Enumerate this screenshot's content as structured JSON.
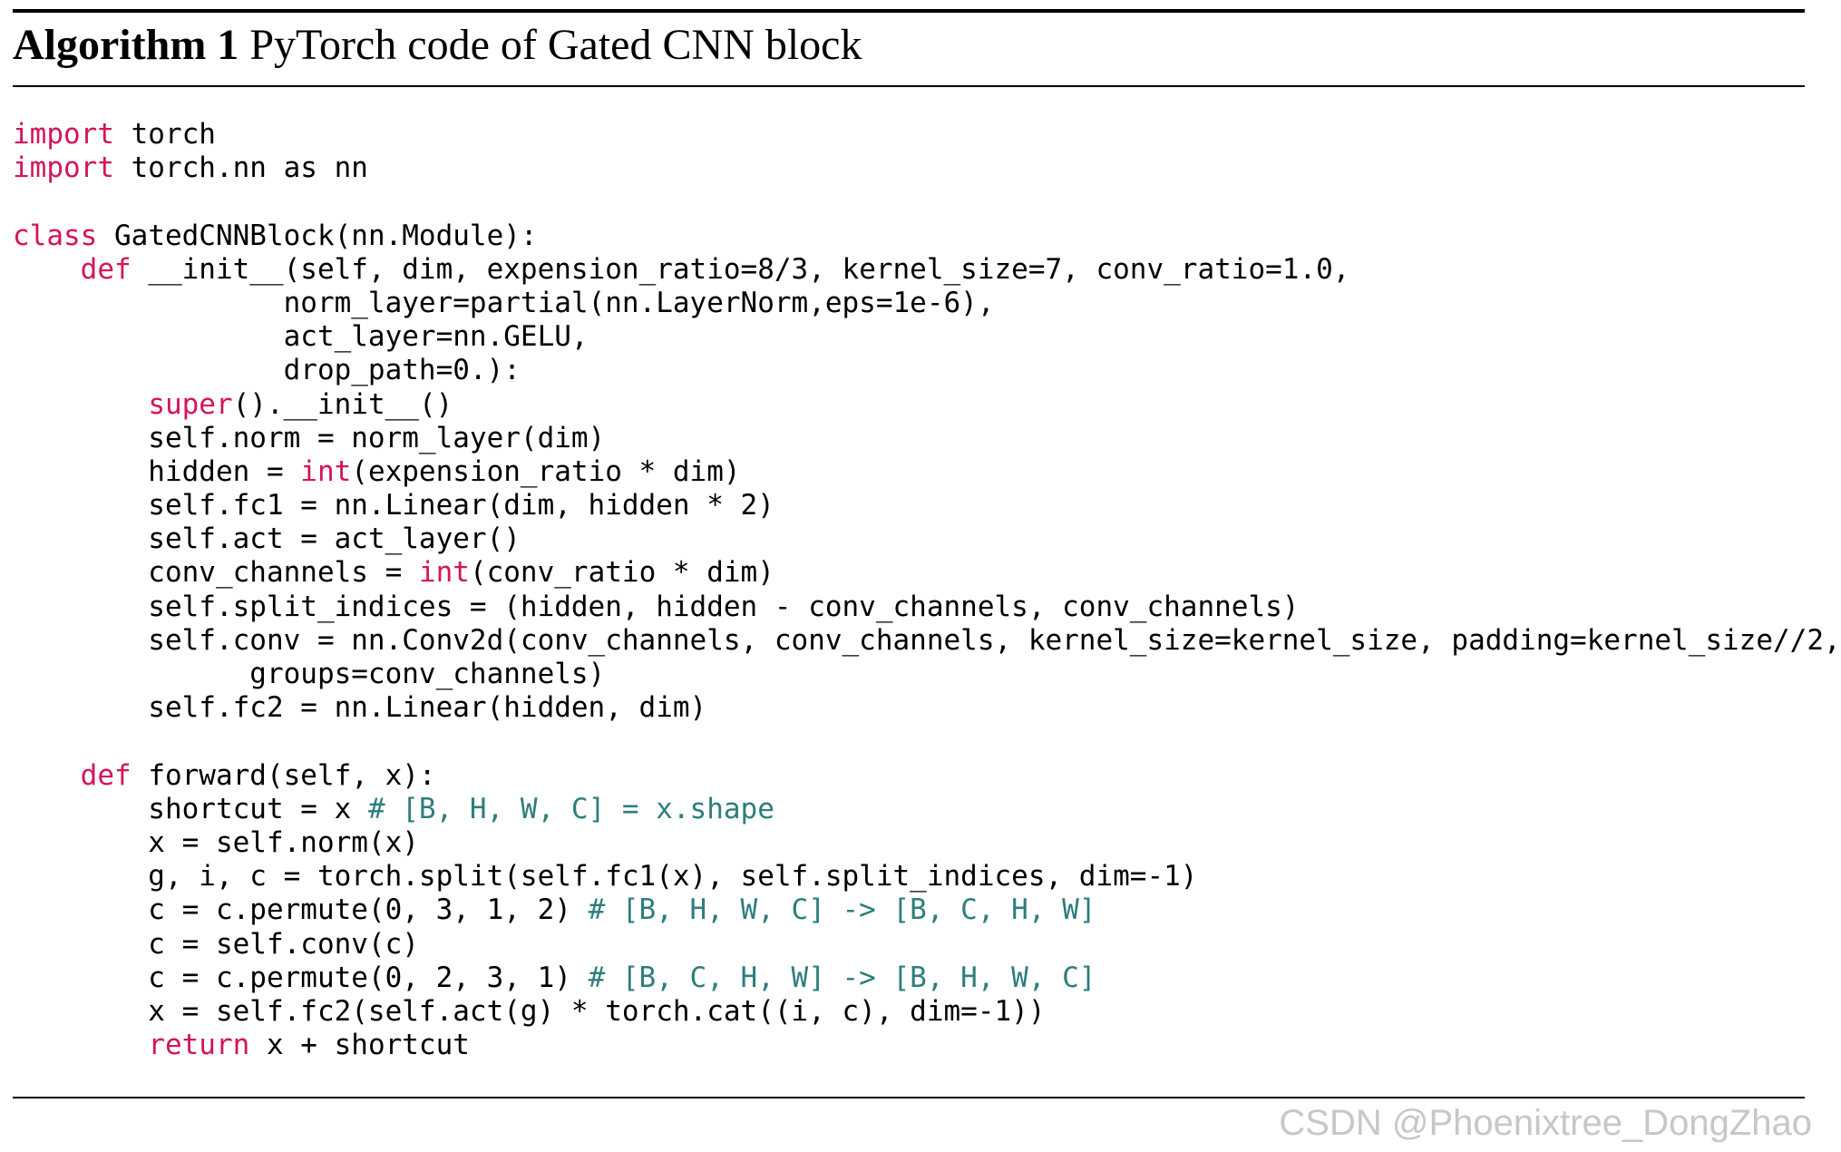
{
  "caption": {
    "label": "Algorithm 1",
    "title": "PyTorch code of Gated CNN block"
  },
  "code_lines": [
    [
      {
        "t": "import",
        "c": "kw"
      },
      {
        "t": " torch"
      }
    ],
    [
      {
        "t": "import",
        "c": "kw"
      },
      {
        "t": " torch.nn as nn"
      }
    ],
    [],
    [
      {
        "t": "class",
        "c": "kw"
      },
      {
        "t": " GatedCNNBlock(nn.Module):"
      }
    ],
    [
      {
        "t": "    "
      },
      {
        "t": "def",
        "c": "kw"
      },
      {
        "t": " __init__(self, dim, expension_ratio=8/3, kernel_size=7, conv_ratio=1.0,"
      }
    ],
    [
      {
        "t": "                norm_layer=partial(nn.LayerNorm,eps=1e-6),"
      }
    ],
    [
      {
        "t": "                act_layer=nn.GELU,"
      }
    ],
    [
      {
        "t": "                drop_path=0.):"
      }
    ],
    [
      {
        "t": "        "
      },
      {
        "t": "super",
        "c": "kw"
      },
      {
        "t": "().__init__()"
      }
    ],
    [
      {
        "t": "        self.norm = norm_layer(dim)"
      }
    ],
    [
      {
        "t": "        hidden = "
      },
      {
        "t": "int",
        "c": "kw"
      },
      {
        "t": "(expension_ratio * dim)"
      }
    ],
    [
      {
        "t": "        self.fc1 = nn.Linear(dim, hidden * 2)"
      }
    ],
    [
      {
        "t": "        self.act = act_layer()"
      }
    ],
    [
      {
        "t": "        conv_channels = "
      },
      {
        "t": "int",
        "c": "kw"
      },
      {
        "t": "(conv_ratio * dim)"
      }
    ],
    [
      {
        "t": "        self.split_indices = (hidden, hidden - conv_channels, conv_channels)"
      }
    ],
    [
      {
        "t": "        self.conv = nn.Conv2d(conv_channels, conv_channels, kernel_size=kernel_size, padding=kernel_size//2,"
      }
    ],
    [
      {
        "t": "              groups=conv_channels)"
      }
    ],
    [
      {
        "t": "        self.fc2 = nn.Linear(hidden, dim)"
      }
    ],
    [],
    [
      {
        "t": "    "
      },
      {
        "t": "def",
        "c": "kw"
      },
      {
        "t": " forward(self, x):"
      }
    ],
    [
      {
        "t": "        shortcut = x "
      },
      {
        "t": "# [B, H, W, C] = x.shape",
        "c": "cm"
      }
    ],
    [
      {
        "t": "        x = self.norm(x)"
      }
    ],
    [
      {
        "t": "        g, i, c = torch.split(self.fc1(x), self.split_indices, dim=-1)"
      }
    ],
    [
      {
        "t": "        c = c.permute(0, 3, 1, 2) "
      },
      {
        "t": "# [B, H, W, C] -> [B, C, H, W]",
        "c": "cm"
      }
    ],
    [
      {
        "t": "        c = self.conv(c)"
      }
    ],
    [
      {
        "t": "        c = c.permute(0, 2, 3, 1) "
      },
      {
        "t": "# [B, C, H, W] -> [B, H, W, C]",
        "c": "cm"
      }
    ],
    [
      {
        "t": "        x = self.fc2(self.act(g) * torch.cat((i, c), dim=-1))"
      }
    ],
    [
      {
        "t": "        "
      },
      {
        "t": "return",
        "c": "kw"
      },
      {
        "t": " x + shortcut"
      }
    ]
  ],
  "watermark": "CSDN @Phoenixtree_DongZhao",
  "colors": {
    "keyword": "#d4145a",
    "comment": "#2e7d7d",
    "watermark": "#c7c7c7"
  }
}
